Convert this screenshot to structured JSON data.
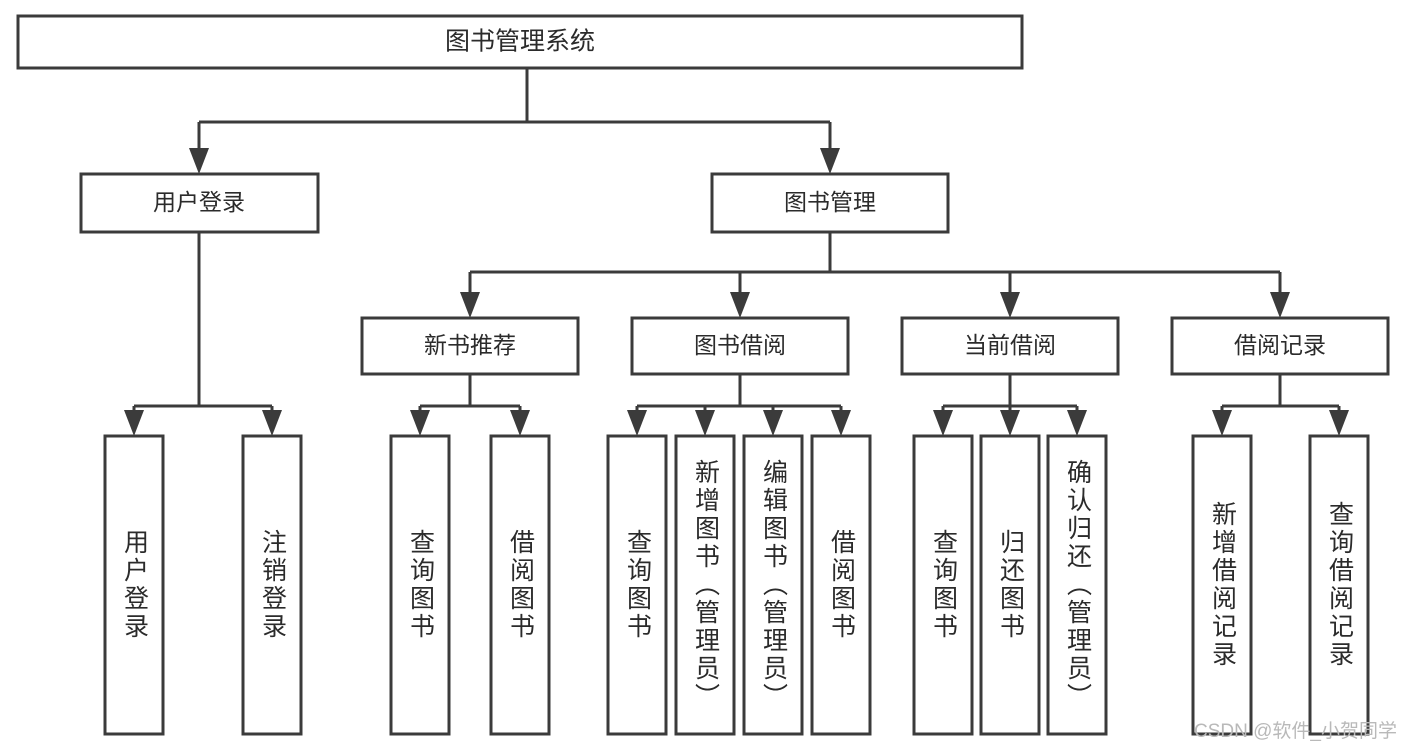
{
  "diagram": {
    "type": "tree-hierarchy",
    "title": "图书管理系统",
    "watermark": "CSDN @软件_小贺同学",
    "colors": {
      "stroke": "#3b3b3b",
      "box_fill": "#ffffff",
      "text": "#2b2b2b",
      "background": "#ffffff",
      "watermark": "#b9b9b9"
    },
    "root": {
      "label": "图书管理系统"
    },
    "level2": [
      {
        "label": "用户登录"
      },
      {
        "label": "图书管理"
      }
    ],
    "level3": [
      {
        "label": "新书推荐"
      },
      {
        "label": "图书借阅"
      },
      {
        "label": "当前借阅"
      },
      {
        "label": "借阅记录"
      }
    ],
    "leaves": {
      "user_login": [
        "用户登录",
        "注销登录"
      ],
      "new_book_recommend": [
        "查询图书",
        "借阅图书"
      ],
      "book_borrow": [
        "查询图书",
        "新增图书（管理员）",
        "编辑图书（管理员）",
        "借阅图书"
      ],
      "current_borrow": [
        "查询图书",
        "归还图书",
        "确认归还（管理员）"
      ],
      "borrow_record": [
        "新增借阅记录",
        "查询借阅记录"
      ]
    }
  }
}
